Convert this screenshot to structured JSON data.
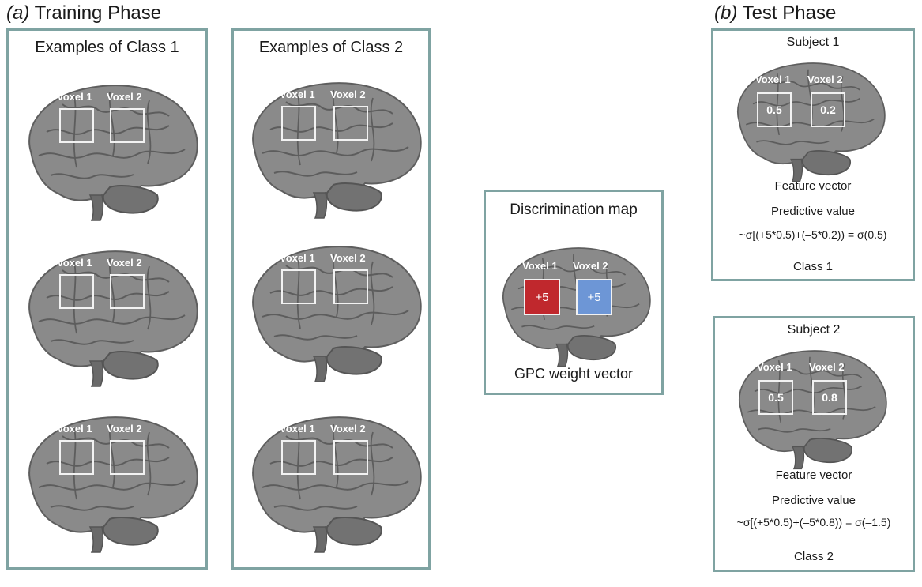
{
  "training": {
    "letter": "(a)",
    "title": "Training Phase",
    "class1_heading": "Examples of Class 1",
    "class2_heading": "Examples of Class 2"
  },
  "test": {
    "letter": "(b)",
    "title": "Test Phase"
  },
  "voxel_labels": {
    "v1": "Voxel 1",
    "v2": "Voxel 2"
  },
  "discrimination": {
    "heading": "Discrimination map",
    "w1": "+5",
    "w2": "+5",
    "w1_color": "#c0282d",
    "w2_color": "#6d96d6",
    "footer": "GPC weight vector"
  },
  "subjects": [
    {
      "title": "Subject 1",
      "v1_value": "0.5",
      "v2_value": "0.2",
      "feature_label": "Feature vector",
      "predictive_label": "Predictive value",
      "equation": "~σ[(+5*0.5)+(–5*0.2)) = σ(0.5)",
      "class_label": "Class 1"
    },
    {
      "title": "Subject 2",
      "v1_value": "0.5",
      "v2_value": "0.8",
      "feature_label": "Feature vector",
      "predictive_label": "Predictive value",
      "equation": "~σ[(+5*0.5)+(–5*0.8)) = σ(–1.5)",
      "class_label": "Class 2"
    }
  ],
  "colors": {
    "panel_border": "#7fa3a2",
    "brain": "#7e7e7e"
  }
}
